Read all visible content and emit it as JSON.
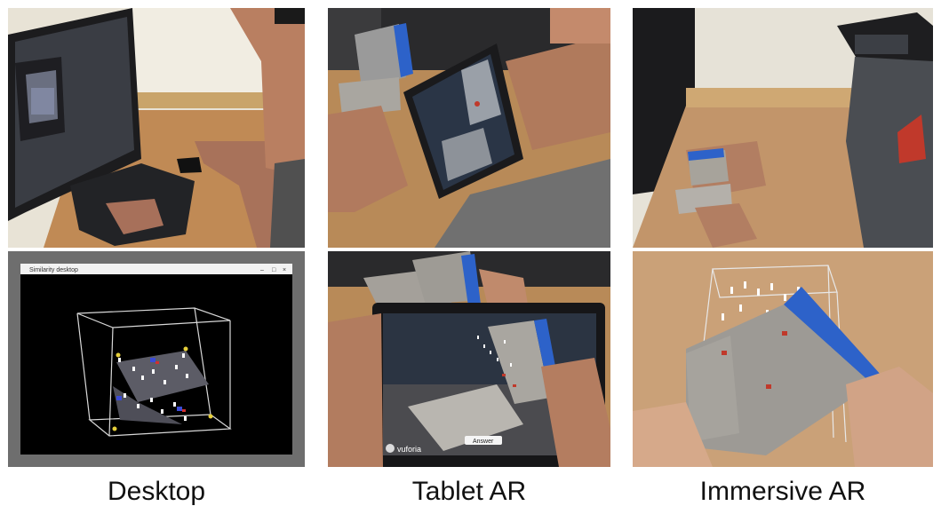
{
  "captions": {
    "desktop": "Desktop",
    "tablet": "Tablet AR",
    "immersive": "Immersive AR"
  },
  "desktop_window": {
    "title": "Similarity desktop"
  },
  "tablet_screen": {
    "answer_button": "Answer",
    "brand": "vuforia"
  }
}
